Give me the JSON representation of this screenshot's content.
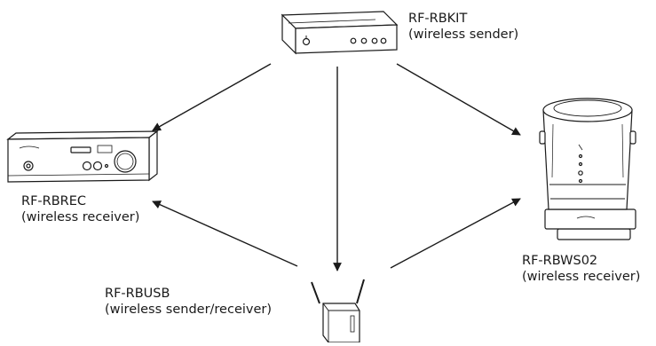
{
  "devices": {
    "sender": {
      "model": "RF-RBKIT",
      "role": "(wireless sender)"
    },
    "receiver_amp": {
      "model": "RF-RBREC",
      "role": "(wireless receiver)"
    },
    "speaker": {
      "model": "RF-RBWS02",
      "role": "(wireless receiver)"
    },
    "usb": {
      "model": "RF-RBUSB",
      "role": "(wireless sender/receiver)"
    }
  },
  "colors": {
    "line": "#1a1a1a",
    "fill": "#ffffff"
  }
}
